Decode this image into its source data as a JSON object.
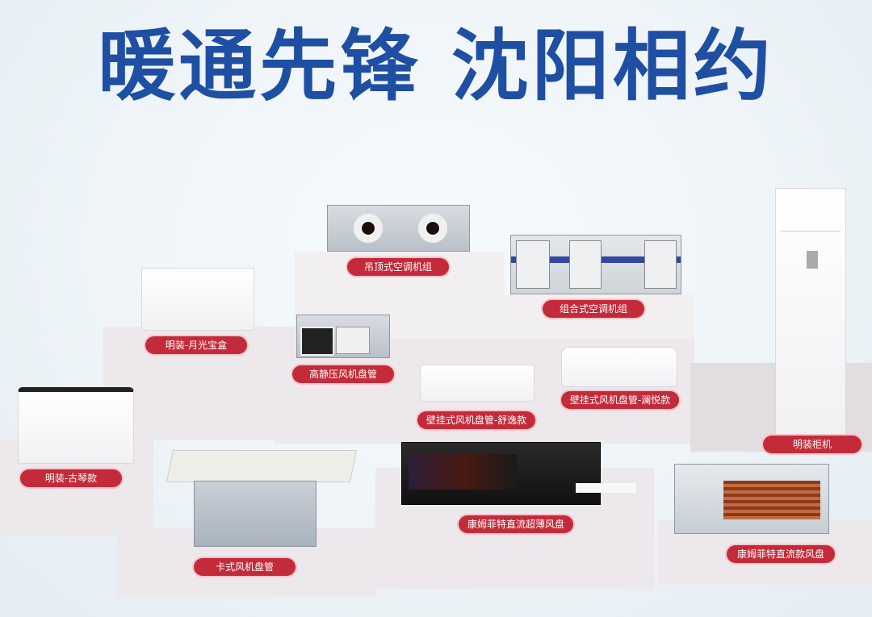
{
  "headline": "暖通先锋 沈阳相约",
  "colors": {
    "headline": "#1f4fa3",
    "label_bg": "#c42b3a",
    "label_text": "#ffffff",
    "pedestal": "#ece8eb"
  },
  "products": [
    {
      "id": "ceiling-ahu",
      "label": "吊顶式空调机组"
    },
    {
      "id": "modular-ahu",
      "label": "组合式空调机组"
    },
    {
      "id": "moonlight-box",
      "label": "明装-月光宝盒"
    },
    {
      "id": "high-static-fcu",
      "label": "高静压风机盘管"
    },
    {
      "id": "wall-fcu-shuyi",
      "label": "壁挂式风机盘管-舒逸款"
    },
    {
      "id": "wall-fcu-lanyue",
      "label": "壁挂式风机盘管-澜悦款"
    },
    {
      "id": "floor-cabinet",
      "label": "明装柜机"
    },
    {
      "id": "guqin-fcu",
      "label": "明装-古琴款"
    },
    {
      "id": "cassette-fcu",
      "label": "卡式风机盘管"
    },
    {
      "id": "dc-slim-fcu",
      "label": "康姆菲特直流超薄风盘"
    },
    {
      "id": "dc-fcu",
      "label": "康姆菲特直流款风盘"
    }
  ]
}
